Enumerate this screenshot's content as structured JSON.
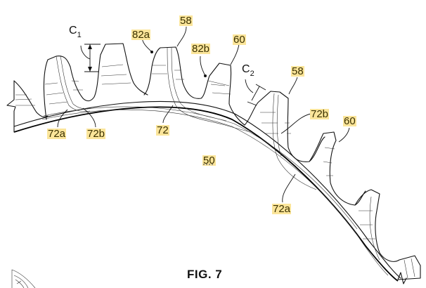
{
  "figure": {
    "caption": "FIG. 7",
    "subject": "sprocket-ring-segment"
  },
  "labels": {
    "c1": {
      "main": "C",
      "sub": "1"
    },
    "c2": {
      "main": "C",
      "sub": "2"
    },
    "r82a": "82a",
    "r58_top": "58",
    "r82b": "82b",
    "r60_top": "60",
    "r58_right": "58",
    "r72b_right": "72b",
    "r60_right": "60",
    "r72a_left": "72a",
    "r72b_left": "72b",
    "r72": "72",
    "r50": "50",
    "r72a_bottom": "72a"
  },
  "colors": {
    "highlight": "#fbe59a",
    "line": "#111111",
    "background": "#ffffff"
  }
}
